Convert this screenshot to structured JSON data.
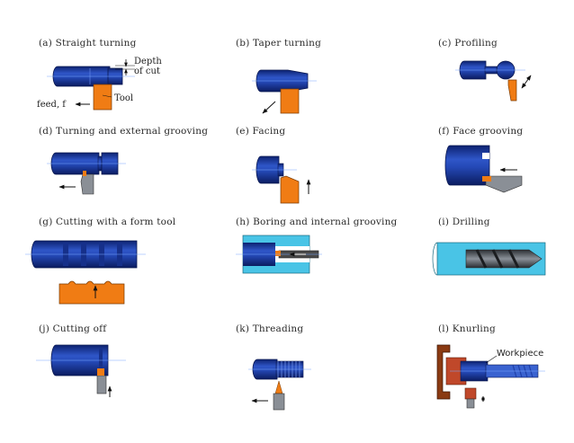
{
  "colors": {
    "workpiece": "#1f3fa8",
    "workpiece_dark": "#0c1f6b",
    "workpiece_light": "#3a63d0",
    "tool": "#f07c14",
    "tool_gray": "#8a8f96",
    "boring_bar": "#4a4a4a",
    "drill": "#555a60",
    "cyan": "#49c4e6",
    "chuck": "#8a3a12"
  },
  "operations": [
    {
      "id": "a",
      "caption": "(a)  Straight  turning"
    },
    {
      "id": "b",
      "caption": "(b)  Taper  turning"
    },
    {
      "id": "c",
      "caption": "(c)  Profiling"
    },
    {
      "id": "d",
      "caption": "(d)  Turning  and  external  grooving"
    },
    {
      "id": "e",
      "caption": "(e)  Facing"
    },
    {
      "id": "f",
      "caption": "(f)  Face  grooving"
    },
    {
      "id": "g",
      "caption": "(g)  Cutting  with  a  form  tool"
    },
    {
      "id": "h",
      "caption": "(h)  Boring  and  internal  grooving"
    },
    {
      "id": "i",
      "caption": "(i)  Drilling"
    },
    {
      "id": "j",
      "caption": "(j)  Cutting  off"
    },
    {
      "id": "k",
      "caption": "(k)  Threading"
    },
    {
      "id": "l",
      "caption": "(l)  Knurling"
    }
  ],
  "labels": {
    "depth": "Depth",
    "of_cut": "of  cut",
    "tool": "Tool",
    "feed": "feed,  f",
    "workpiece": "Workpiece"
  }
}
